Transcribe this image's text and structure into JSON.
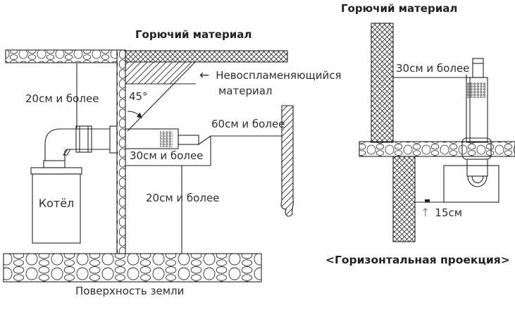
{
  "side_view": {
    "title": "Горючий материал",
    "dim_top_wall": "20см и более",
    "angle_label": "45°",
    "nonflammable_arrow": "←",
    "nonflammable_line1": "Невоспламеняющийся",
    "nonflammable_line2": "материал",
    "dim_side_wall": "60см и более",
    "dim_flue_wall": "30см и более",
    "dim_ground": "20см и более",
    "boiler_label": "Котёл",
    "ground_label": "Поверхность земли"
  },
  "plan_view": {
    "title": "Горючий материал",
    "dim_flue_material": "30см и более",
    "dim_up_arrow": "↑",
    "dim_boiler_material": "15см",
    "caption": "<Горизонтальная проекция>"
  },
  "colors": {
    "line": "#222222",
    "text": "#2e2e2e",
    "muted_arrow": "#8c8c8c"
  }
}
